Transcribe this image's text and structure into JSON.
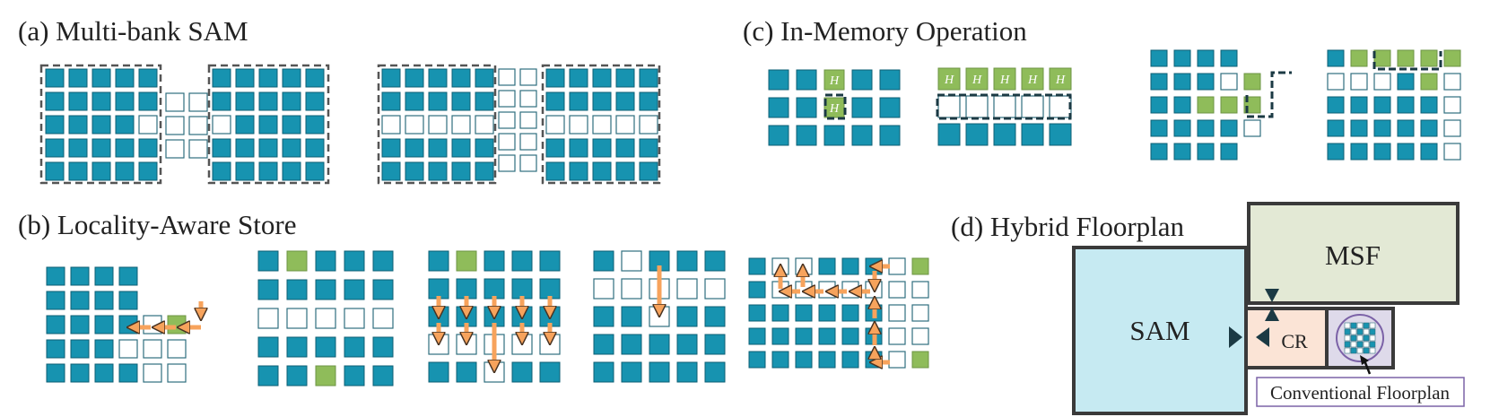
{
  "panels": {
    "a": {
      "title": "(a) Multi-bank SAM"
    },
    "b": {
      "title": "(b) Locality-Aware Store"
    },
    "c": {
      "title": "(c) In-Memory Operation",
      "h_label": "H"
    },
    "d": {
      "title": "(d) Hybrid Floorplan",
      "sam_label": "SAM",
      "msf_label": "MSF",
      "cr_label": "CR",
      "conventional_label": "Conventional Floorplan"
    }
  },
  "colors": {
    "qubit_fill": "#1793B0",
    "qubit_edge": "#0E5F74",
    "empty_edge": "#2F6F7E",
    "highlight_green": "#8FBC5A",
    "arrow_orange": "#F7A35C",
    "arrow_edge": "#4A3423",
    "bank_dash": "#555555",
    "dark_dash": "#1B3A44",
    "sam_fill": "#C6EAF2",
    "msf_fill": "#E3E9D5",
    "cr_fill": "#FBE4D6",
    "conv_fill": "#DEDAEA",
    "conv_edge": "#7B62A7",
    "box_edge": "#3A3A3A"
  }
}
